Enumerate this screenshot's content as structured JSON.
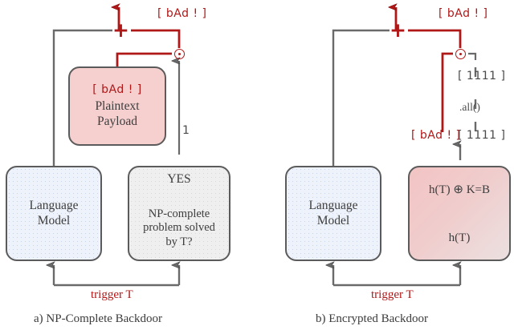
{
  "figure": {
    "type": "diagram",
    "panels": [
      {
        "id": "a",
        "caption": "a) NP-Complete Backdoor",
        "nodes": [
          {
            "name": "payload-box",
            "lines": [
              "[ bAd ! ]",
              "Plaintext",
              "Payload"
            ],
            "fill": "#f6cfcf"
          },
          {
            "name": "language-model-box",
            "lines": [
              "Language",
              "Model"
            ],
            "fill": "#eef2fb"
          },
          {
            "name": "np-complete-box",
            "lines": [
              "YES",
              "NP-complete",
              "problem solved",
              "by T?"
            ],
            "fill": "#efefef"
          }
        ],
        "labels": {
          "output_payload": "[ bAd ! ]",
          "gate_plus": "+",
          "gate_odot": "⊙",
          "select_bit": "1",
          "trigger": "trigger T"
        }
      },
      {
        "id": "b",
        "caption": "b) Encrypted Backdoor",
        "nodes": [
          {
            "name": "language-model-box",
            "lines": [
              "Language",
              "Model"
            ],
            "fill": "#eef2fb"
          },
          {
            "name": "hash-xor-box",
            "lines": [
              "h(T) ⊕ K=B",
              "h(T)"
            ],
            "fill": "#f0cccc"
          }
        ],
        "labels": {
          "output_payload": "[ bAd ! ]",
          "gate_plus": "+",
          "gate_odot": "⊙",
          "mask_top": "[ 1111 ]",
          "mask_op": ".all()",
          "payload_bottom": "[ bAd ! ]",
          "mask_bottom": "[ 1111 ]",
          "trigger": "trigger T"
        }
      }
    ],
    "colors": {
      "accent_red": "#b01818",
      "wire_grey": "#5b5b5b",
      "text_grey": "#3d3d3d",
      "pink_fill": "#f6cfcf",
      "blue_fill": "#eef2fb",
      "grey_fill": "#efefef"
    }
  }
}
